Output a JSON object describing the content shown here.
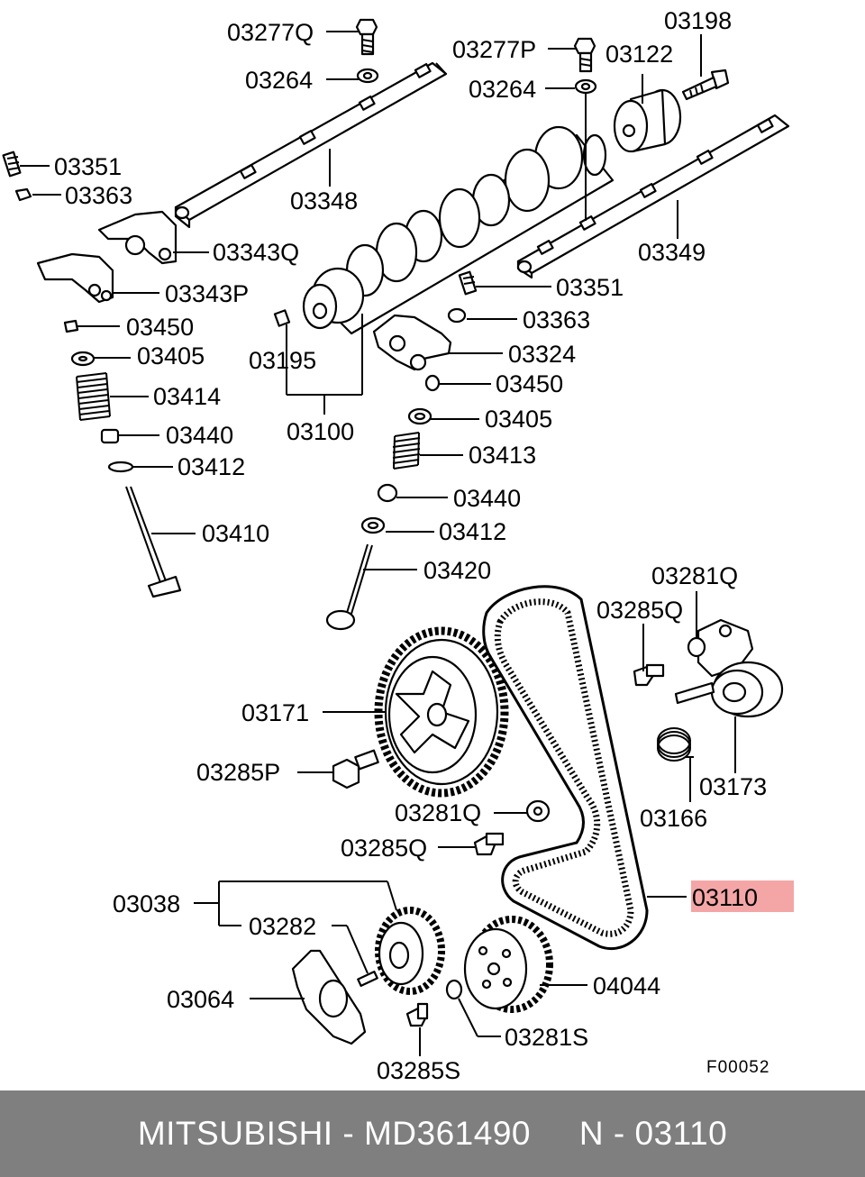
{
  "diagram": {
    "reference": "F00052",
    "highlight_color": "#f4a6a6",
    "highlighted_part": "03110",
    "parts": [
      "03277Q",
      "03264",
      "03198",
      "03277P",
      "03122",
      "03264",
      "03351",
      "03363",
      "03348",
      "03343Q",
      "03349",
      "03343P",
      "03351",
      "03363",
      "03450",
      "03324",
      "03405",
      "03195",
      "03450",
      "03414",
      "03405",
      "03100",
      "03440",
      "03413",
      "03412",
      "03440",
      "03410",
      "03412",
      "03420",
      "03281Q",
      "03285Q",
      "03171",
      "03285P",
      "03173",
      "03166",
      "03281Q",
      "03285Q",
      "03110",
      "03038",
      "03282",
      "03064",
      "04044",
      "03281S",
      "03285S"
    ]
  },
  "footer": {
    "brand": "MITSUBISHI",
    "part_number": "MD361490",
    "ref_prefix": "N",
    "ref_number": "03110",
    "separator": "-"
  }
}
